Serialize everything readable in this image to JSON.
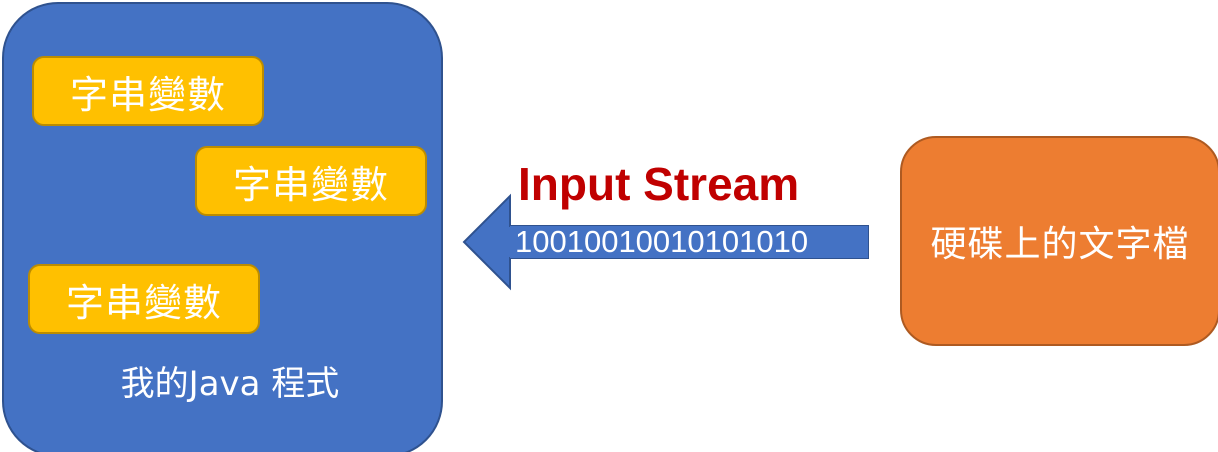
{
  "program": {
    "caption": "我的Java 程式",
    "variables": [
      "字串變數",
      "字串變數",
      "字串變數"
    ]
  },
  "stream": {
    "title": "Input Stream",
    "bits": "10010010010101010"
  },
  "file": {
    "label": "硬碟上的文字檔"
  },
  "colors": {
    "program_fill": "#4472c4",
    "variable_fill": "#ffc000",
    "file_fill": "#ed7d31",
    "arrow_fill": "#4472c4",
    "title_color": "#c00000"
  }
}
